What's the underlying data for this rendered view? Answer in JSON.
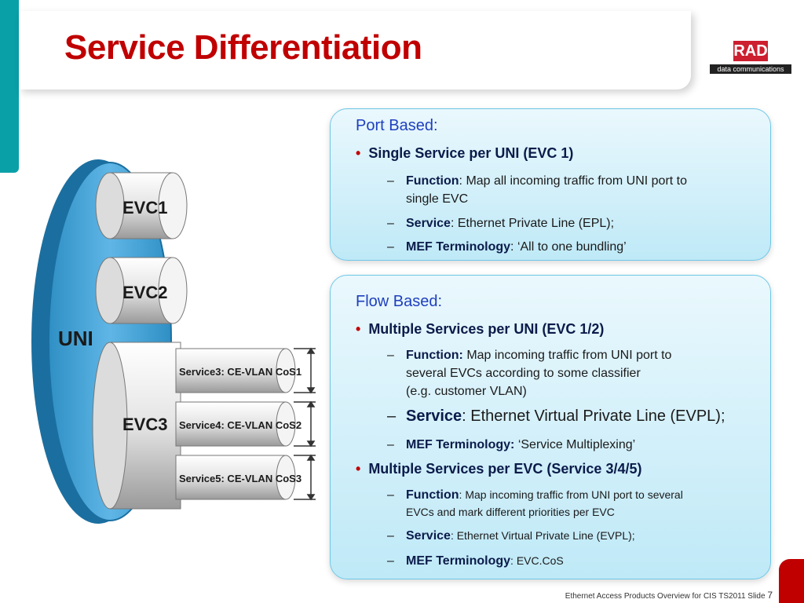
{
  "title": "Service Differentiation",
  "logo": {
    "mark": "RAD",
    "sub": "data communications"
  },
  "diagram": {
    "uni": "UNI",
    "evc1": "EVC1",
    "evc2": "EVC2",
    "evc3": "EVC3",
    "service3": "Service3: CE-VLAN CoS1",
    "service4": "Service4: CE-VLAN CoS2",
    "service5": "Service5: CE-VLAN CoS3"
  },
  "port_based": {
    "heading": "Port Based:",
    "bullet": "Single Service per UNI (EVC 1)",
    "items": [
      {
        "label": "Function",
        "text": ": Map all incoming traffic from UNI port to",
        "text2": "single EVC"
      },
      {
        "label": "Service",
        "text": ": Ethernet Private Line (EPL);"
      },
      {
        "label": "MEF Terminology",
        "text": ": ‘All to one bundling’"
      }
    ]
  },
  "flow_based": {
    "heading": "Flow Based:",
    "bullet1": "Multiple Services per UNI (EVC 1/2)",
    "items1": [
      {
        "label": "Function:",
        "text": " Map incoming traffic from UNI port to",
        "text2": "several EVCs according to some classifier",
        "text3": "(e.g. customer VLAN)"
      },
      {
        "label": "Service",
        "text": ": Ethernet Virtual Private Line (EVPL);"
      },
      {
        "label": "MEF Terminology:",
        "text": " ‘Service Multiplexing’"
      }
    ],
    "bullet2": "Multiple Services per EVC (Service 3/4/5)",
    "items2": [
      {
        "label": "Function",
        "text": ": Map incoming traffic from UNI port to several",
        "text2": "EVCs and mark different priorities per EVC"
      },
      {
        "label": "Service",
        "text": ": Ethernet Virtual Private Line (EVPL);"
      },
      {
        "label": "MEF Terminology",
        "text": ": EVC.CoS"
      }
    ]
  },
  "footer": {
    "text": "Ethernet Access Products Overview for CIS TS2011 Slide",
    "page": "7"
  },
  "colors": {
    "accent": "#c00000",
    "teal": "#0aa0a8",
    "heading": "#1f3fbf",
    "panel": "#bfe9f7"
  }
}
